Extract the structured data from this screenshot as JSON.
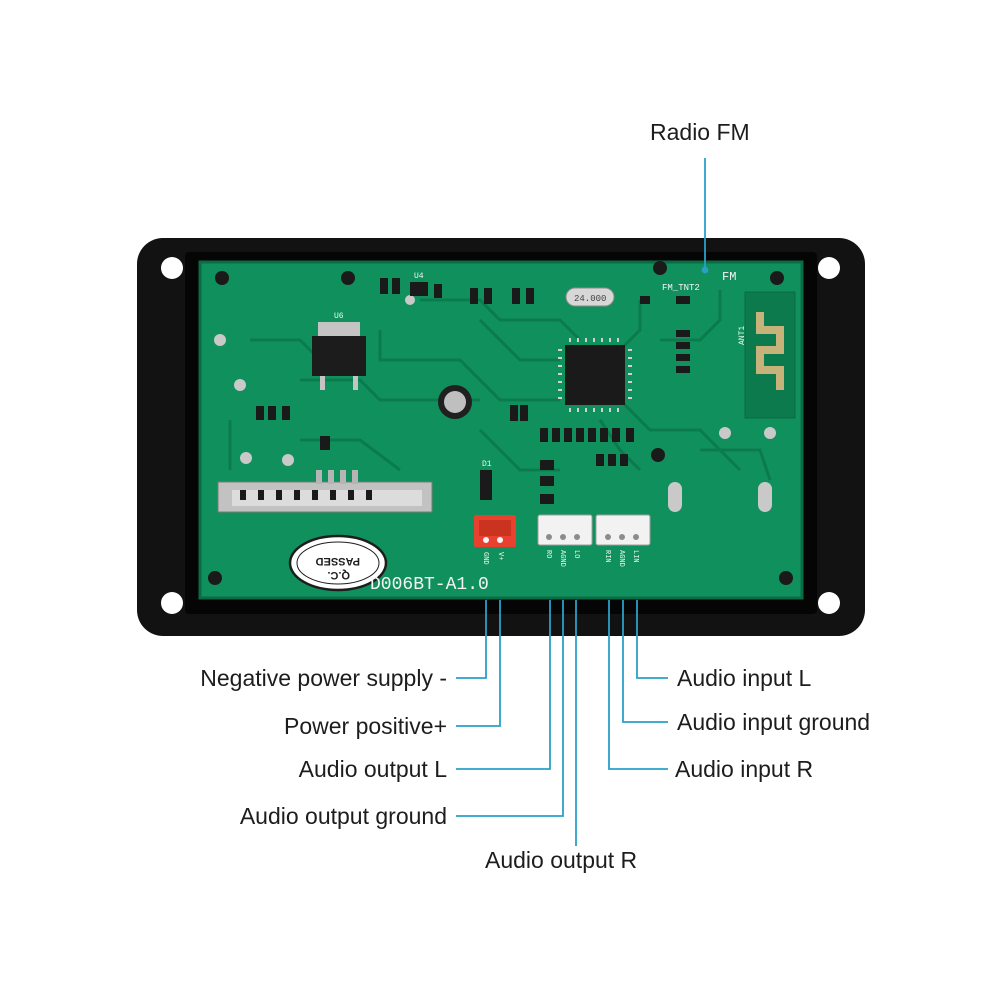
{
  "labels": {
    "radio_fm": "Radio FM",
    "neg_power": "Negative power supply -",
    "pos_power": "Power positive+",
    "out_l": "Audio output L",
    "out_gnd": "Audio output ground",
    "out_r": "Audio output R",
    "in_l": "Audio input L",
    "in_gnd": "Audio input ground",
    "in_r": "Audio input R"
  },
  "board": {
    "model_text": "D006BT-A1.0",
    "qc_line1": "PASSED",
    "qc_line2": "Q.C.",
    "fm_text": "FM",
    "fm_pad_text": "FM_TNT2",
    "crystal_text": "24.000",
    "antenna_text": "ANT1",
    "u6_text": "U6",
    "u4_text": "U4",
    "d1_text": "D1",
    "pin_gnd": "GND",
    "pin_v": "V+",
    "pin_ro": "RO",
    "pin_agnd1": "AGND",
    "pin_lo": "LO",
    "pin_rin": "RIN",
    "pin_agnd2": "AGND",
    "pin_lin": "LIN"
  },
  "colors": {
    "pcb": "#0f8a5a",
    "pcb_dark": "#0a6b45",
    "frame": "#111111",
    "leader": "#2aa0c6",
    "connector_red": "#e8412f",
    "connector_white": "#f2f2f2"
  }
}
